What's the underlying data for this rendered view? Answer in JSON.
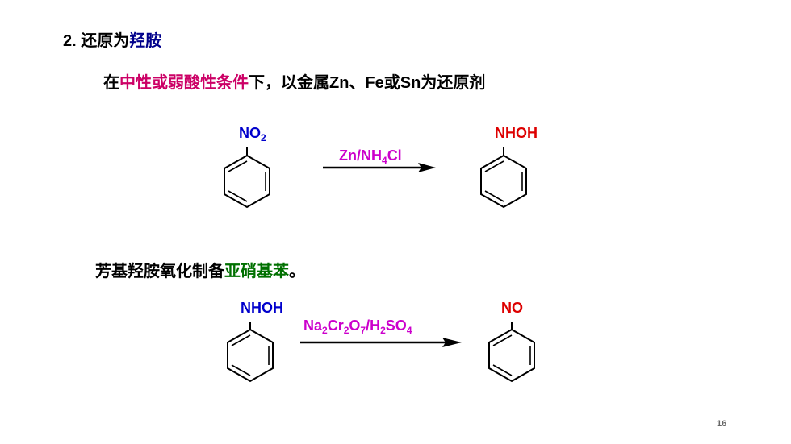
{
  "heading": {
    "prefix": "2. 还原为",
    "highlight": "羟胺",
    "highlight_color": "#00008b"
  },
  "line1": {
    "part1": "在",
    "highlight": "中性或弱酸性条件",
    "highlight_color": "#cc0066",
    "part2": "下，以金属Zn、Fe或Sn为还原剂"
  },
  "reaction1": {
    "reactant": {
      "main": "NO",
      "sub": "2",
      "color": "#0000cc"
    },
    "reagent": {
      "p1": "Zn/NH",
      "sub": "4",
      "p2": "Cl",
      "color": "#cc00cc"
    },
    "product": {
      "text": "NHOH",
      "color": "#dd0000"
    }
  },
  "line2": {
    "part1": "芳基羟胺氧化制备",
    "highlight": "亚硝基苯",
    "highlight_color": "#007000",
    "part2": "。"
  },
  "reaction2": {
    "reactant": {
      "text": "NHOH",
      "color": "#0000cc"
    },
    "reagent": {
      "p1": "Na",
      "s1": "2",
      "p2": "Cr",
      "s2": "2",
      "p3": "O",
      "s3": "7",
      "p4": "/H",
      "s4": "2",
      "p5": "SO",
      "s5": "4",
      "color": "#cc00cc"
    },
    "product": {
      "text": "NO",
      "color": "#dd0000"
    }
  },
  "page_number": "16"
}
